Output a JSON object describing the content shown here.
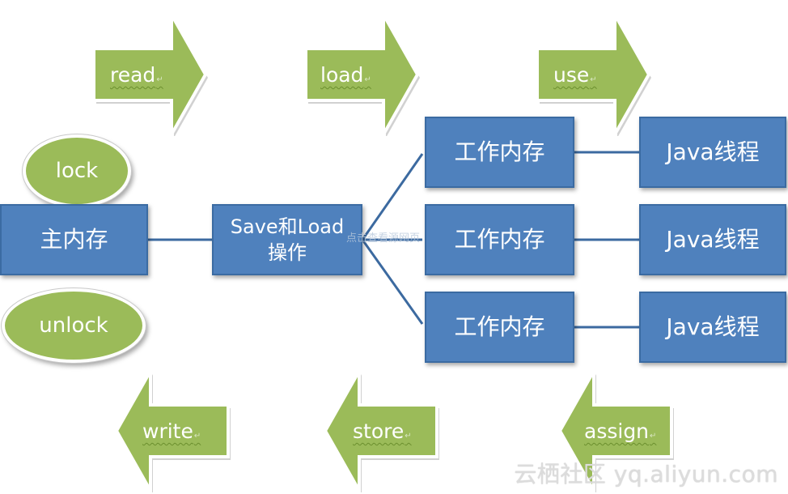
{
  "operations": {
    "read": "read",
    "load": "load",
    "use": "use",
    "lock": "lock",
    "unlock": "unlock",
    "write": "write",
    "store": "store",
    "assign": "assign"
  },
  "nodes": {
    "main_memory": "主内存",
    "save_load_line1": "Save和Load",
    "save_load_line2": "操作",
    "work_memory": [
      "工作内存",
      "工作内存",
      "工作内存"
    ],
    "java_thread": [
      "Java线程",
      "Java线程",
      "Java线程"
    ]
  },
  "overlay_stamp": "点击查看源网页",
  "watermark": "云栖社区 yq.aliyun.com",
  "colors": {
    "box_fill": "#4f81bd",
    "box_border": "#3b6ba2",
    "green": "#9bbb59",
    "connector": "#3c6aa0"
  }
}
